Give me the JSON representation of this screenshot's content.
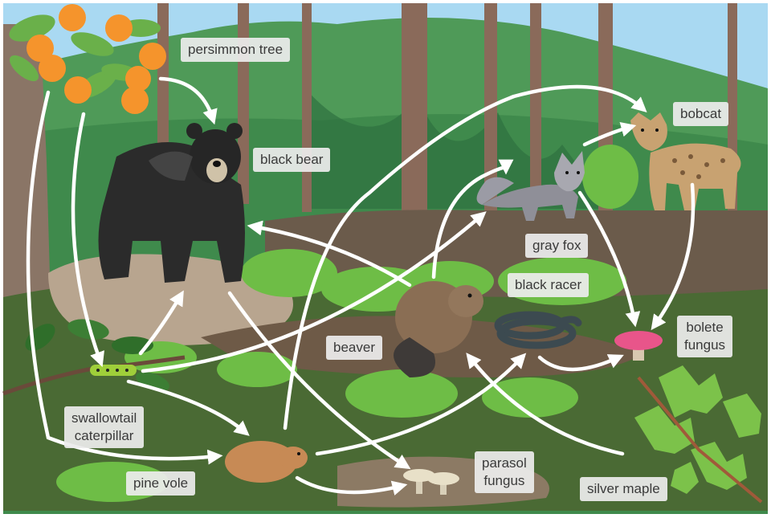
{
  "colors": {
    "sky": "#a9d9f2",
    "mountain": "#4f9a58",
    "ground": "#6b5b4b",
    "arrow": "#ffffff",
    "label_bg": "#ececec",
    "label_text": "#3a3a3a"
  },
  "organisms": {
    "persimmon_tree": "persimmon tree",
    "black_bear": "black bear",
    "bobcat": "bobcat",
    "gray_fox": "gray fox",
    "black_racer": "black racer",
    "bolete_fungus": [
      "bolete",
      "fungus"
    ],
    "beaver": "beaver",
    "swallowtail_caterpillar": [
      "swallowtail",
      "caterpillar"
    ],
    "pine_vole": "pine vole",
    "parasol_fungus": [
      "parasol",
      "fungus"
    ],
    "silver_maple": "silver maple"
  },
  "icons": [
    "persimmon-fruit-icon",
    "bear-icon",
    "bobcat-icon",
    "fox-icon",
    "snake-icon",
    "mushroom-icon",
    "beaver-icon",
    "caterpillar-icon",
    "vole-icon",
    "maple-leaf-icon"
  ]
}
